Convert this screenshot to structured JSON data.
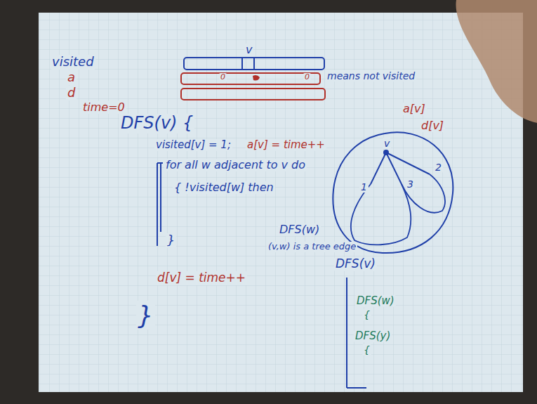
{
  "diagram": {
    "labels": [
      "v",
      "visited",
      "a",
      "0",
      "0",
      "means not visited",
      "d",
      "time=0",
      "a[v]",
      "d[v]",
      "DFS(v) {",
      "visited[v] = 1;",
      "a[v] = time++",
      "for all w adjacent to v do",
      "{ !visited[w] then",
      "v",
      "2",
      "1",
      "3",
      "DFS(w)",
      "(v,w) is a tree edge",
      "}",
      "d[v] = time++",
      "DFS(v)",
      "DFS(w)",
      "{",
      "DFS(y)",
      "{",
      "}"
    ]
  }
}
